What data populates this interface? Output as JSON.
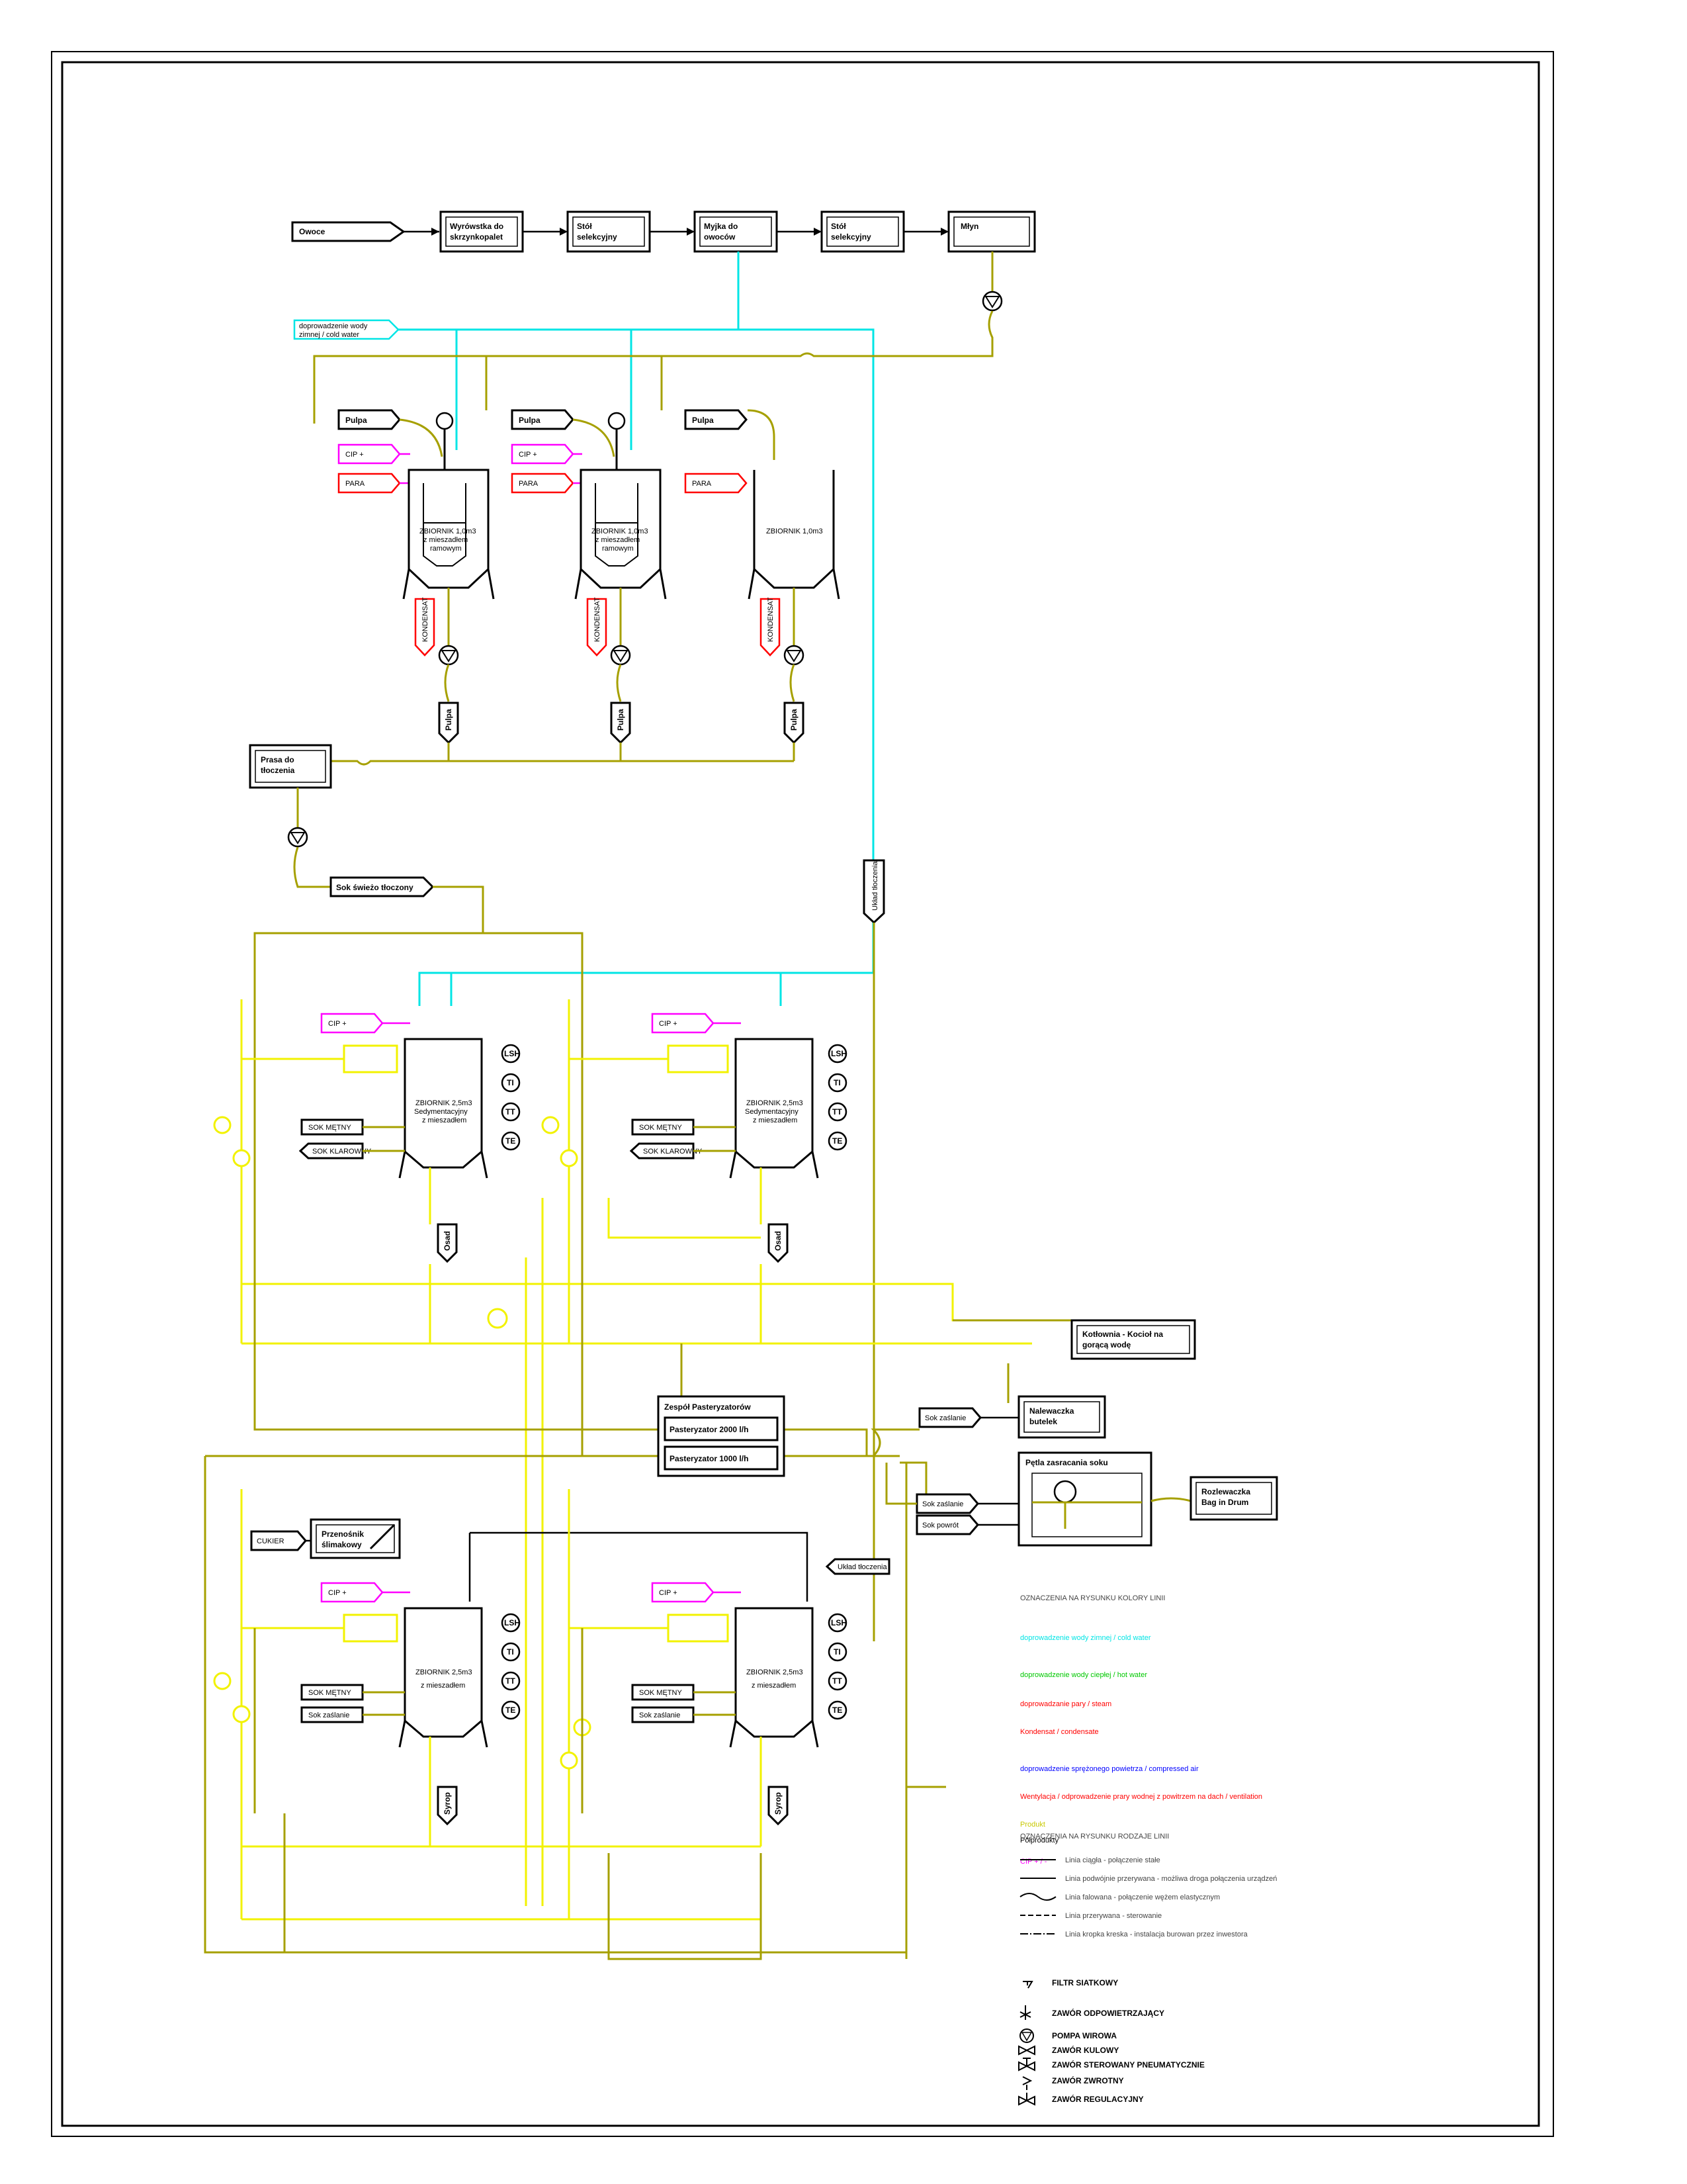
{
  "process": {
    "input": "Owoce",
    "box1": [
      "Wyrówstka do",
      "skrzynkopalet"
    ],
    "box2": [
      "Stół",
      "selekcyjny"
    ],
    "box3": [
      "Myjka do",
      "owoców"
    ],
    "box4": [
      "Stół",
      "selekcyjny"
    ],
    "box5": "Młyn"
  },
  "water": [
    "doprowadzenie wody",
    "zimnej / cold water"
  ],
  "pulp_tags": [
    "Pulpa",
    "Pulpa",
    "Pulpa"
  ],
  "cip_tags": [
    "CIP +",
    "CIP +",
    "CIP +",
    "CIP +",
    "CIP +",
    "CIP +"
  ],
  "para_tags": [
    "PARA",
    "PARA",
    "PARA"
  ],
  "kondensat": [
    "KONDENSAT",
    "KONDENSAT",
    "KONDENSAT"
  ],
  "mix_tanks": [
    [
      "ZBIORNIK 1,0m3",
      "z mieszadłem",
      "ramowym"
    ],
    [
      "ZBIORNIK 1,0m3",
      "z mieszadłem",
      "ramowym"
    ],
    [
      "ZBIORNIK 1,0m3"
    ]
  ],
  "pulp_out": [
    "Pulpa",
    "Pulpa",
    "Pulpa"
  ],
  "press": [
    "Prasa do",
    "tłoczenia"
  ],
  "juice": "Sok świeżo tłoczony",
  "cip_vert": "Układ tłoczenia",
  "sed_tanks": [
    [
      "ZBIORNIK 2,5m3",
      "Sedymentacyjny",
      "z mieszadłem"
    ],
    [
      "ZBIORNIK 2,5m3",
      "Sedymentacyjny",
      "z mieszadłem"
    ]
  ],
  "sok_metny": [
    "SOK MĘTNY",
    "SOK MĘTNY",
    "SOK MĘTNY",
    "SOK MĘTNY"
  ],
  "sok_klarowny": [
    "SOK KLAROWNY",
    "SOK KLAROWNY"
  ],
  "sok_zaslanie": [
    "Sok zaślanie",
    "Sok zaślanie"
  ],
  "osad": [
    "Osad",
    "Osad"
  ],
  "syrop": [
    "Syrop",
    "Syrop"
  ],
  "instruments": [
    "LSH",
    "TI",
    "TT",
    "TE"
  ],
  "boiler": [
    "Kotłownia - Kocioł na",
    "gorącą wodę"
  ],
  "pasteur": {
    "title": "Zespół Pasteryzatorów",
    "p1": "Pasteryzator 2000 l/h",
    "p2": "Pasteryzator 1000 l/h"
  },
  "bottling": [
    "Nalewaczka",
    "butelek"
  ],
  "cooling": "Pętla zasracania soku",
  "bag": [
    "Rozlewaczka",
    "Bag in Drum"
  ],
  "right_tags": [
    "Sok zaślanie",
    "Sok zaślanie",
    "Sok powrót"
  ],
  "sugar": "CUKIER",
  "conveyor": [
    "Przenośnik",
    "ślimakowy"
  ],
  "uklad_tag": "Układ tłoczenia",
  "final_tanks": [
    [
      "ZBIORNIK 2,5m3",
      "z mieszadłem"
    ],
    [
      "ZBIORNIK 2,5m3",
      "z mieszadłem"
    ]
  ],
  "legend_colors": {
    "title": "OZNACZENIA NA RYSUNKU KOLORY LINII",
    "items": [
      {
        "label": "doprowadzenie wody zimnej / cold water",
        "color": "#00e5e5"
      },
      {
        "label": "doprowadzenie wody ciepłej / hot water",
        "color": "#00c800"
      },
      {
        "label": "doprowadzanie pary / steam",
        "color": "#ff0000"
      },
      {
        "label": "Kondensat / condensate",
        "color": "#ff0000"
      },
      {
        "label": "doprowadzenie sprężonego powietrza / compressed air",
        "color": "#0000ff"
      },
      {
        "label": "Wentylacja / odprowadzenie prary wodnej z powitrzem na dach / ventilation",
        "color": "#ff0000"
      },
      {
        "label": "Produkt",
        "color": "#c8c800"
      },
      {
        "label": "Półprodukty",
        "color": "#000000"
      },
      {
        "label": "CIP + / -",
        "color": "#ff00ff"
      }
    ]
  },
  "legend_lines": {
    "title": "OZNACZENIA NA RYSUNKU RODZAJE LINII",
    "items": [
      "Linia ciągła - połączenie stałe",
      "Linia podwójnie przerywana - możliwa droga połączenia urządzeń",
      "Linia falowana - połączenie wężem elastycznym",
      "Linia przerywana - sterowanie",
      "Linia kropka kreska - instalacja burowan przez inwestora"
    ]
  },
  "legend_symbols": [
    "FILTR SIATKOWY",
    "ZAWÓR ODPOWIETRZAJĄCY",
    "POMPA WIROWA",
    "ZAWÓR KULOWY",
    "ZAWÓR STEROWANY PNEUMATYCZNIE",
    "ZAWÓR ZWROTNY",
    "ZAWÓR REGULACYJNY"
  ]
}
